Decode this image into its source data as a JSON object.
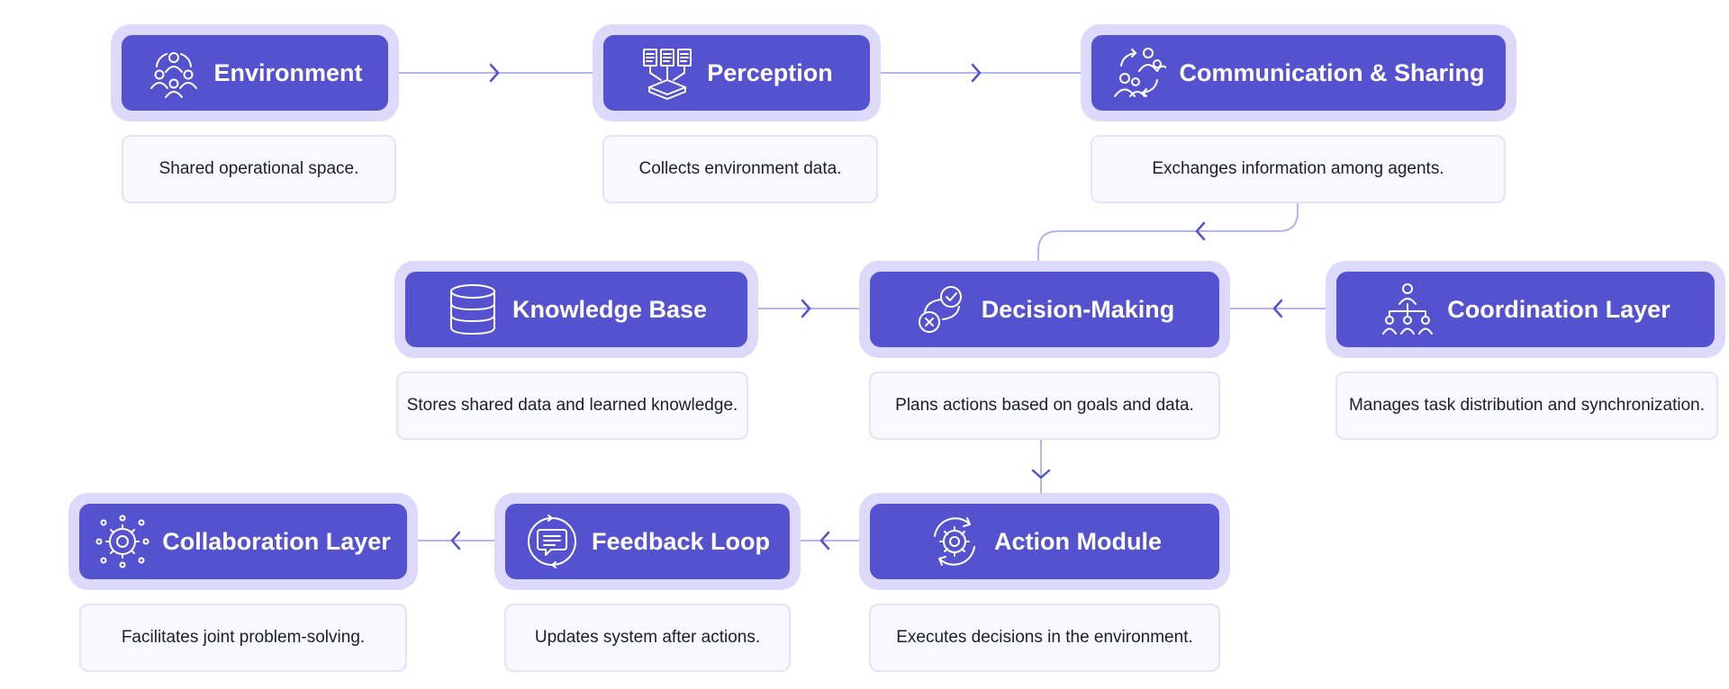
{
  "nodes": [
    {
      "id": "environment",
      "title": "Environment",
      "icon": "users-network-icon",
      "description": "Shared operational space."
    },
    {
      "id": "perception",
      "title": "Perception",
      "icon": "data-collection-icon",
      "description": "Collects environment data."
    },
    {
      "id": "communication",
      "title": "Communication & Sharing",
      "icon": "users-exchange-icon",
      "description": "Exchanges information among agents."
    },
    {
      "id": "knowledge_base",
      "title": "Knowledge Base",
      "icon": "database-icon",
      "description": "Stores shared data and learned knowledge."
    },
    {
      "id": "decision_making",
      "title": "Decision-Making",
      "icon": "decision-icon",
      "description": "Plans actions based on goals and data."
    },
    {
      "id": "coordination",
      "title": "Coordination Layer",
      "icon": "hierarchy-icon",
      "description": "Manages task distribution and synchronization."
    },
    {
      "id": "collaboration",
      "title": "Collaboration Layer",
      "icon": "gear-network-icon",
      "description": "Facilitates joint problem-solving."
    },
    {
      "id": "feedback_loop",
      "title": "Feedback Loop",
      "icon": "chat-cycle-icon",
      "description": "Updates system after actions."
    },
    {
      "id": "action_module",
      "title": "Action Module",
      "icon": "gear-cycle-icon",
      "description": "Executes decisions in the environment."
    }
  ],
  "edges": [
    {
      "from": "environment",
      "to": "perception"
    },
    {
      "from": "perception",
      "to": "communication"
    },
    {
      "from": "communication",
      "to": "decision_making"
    },
    {
      "from": "knowledge_base",
      "to": "decision_making"
    },
    {
      "from": "coordination",
      "to": "decision_making"
    },
    {
      "from": "decision_making",
      "to": "action_module"
    },
    {
      "from": "action_module",
      "to": "feedback_loop"
    },
    {
      "from": "feedback_loop",
      "to": "collaboration"
    }
  ],
  "colors": {
    "node_fill": "#5552cf",
    "node_halo": "#ddd9fb",
    "connector": "#b7b3ee",
    "arrow": "#5552cf",
    "desc_fill": "#f8f8fe",
    "desc_border": "#e5e3f6"
  }
}
